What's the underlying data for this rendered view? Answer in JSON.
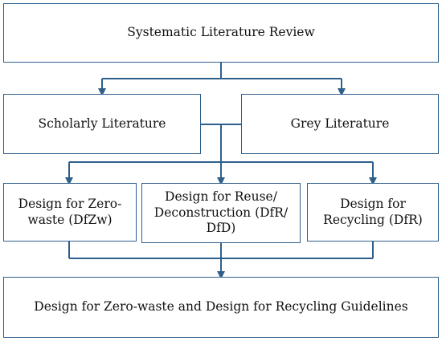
{
  "diagram": {
    "top": {
      "label": "Systematic Literature Review"
    },
    "left": {
      "label": "Scholarly Literature"
    },
    "right": {
      "label": "Grey Literature"
    },
    "design_zero_waste": {
      "label": "Design for Zero-\nwaste (DfZw)"
    },
    "design_reuse": {
      "label": "Design for Reuse/\nDeconstruction (DfR/\nDfD)"
    },
    "design_recycling": {
      "label": "Design for\nRecycling (DfR)"
    },
    "bottom": {
      "label": "Design for Zero-waste and Design for Recycling  Guidelines"
    },
    "colors": {
      "border": "#2f5f8c",
      "arrow": "#2f5f8c",
      "text": "#111111"
    }
  }
}
